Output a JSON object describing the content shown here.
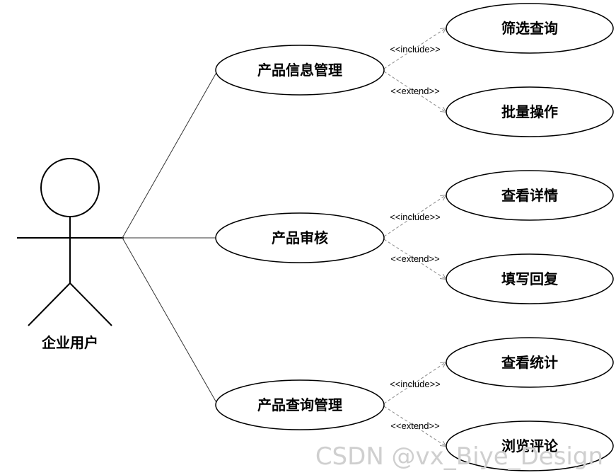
{
  "actor": {
    "label": "企业用户"
  },
  "use_cases": {
    "product_info": "产品信息管理",
    "filter_query": "筛选查询",
    "batch_ops": "批量操作",
    "product_review": "产品审核",
    "view_details": "查看详情",
    "fill_reply": "填写回复",
    "product_query": "产品查询管理",
    "view_stats": "查看统计",
    "browse_comments": "浏览评论"
  },
  "relations": {
    "include": "<<include>>",
    "extend": "<<extend>>"
  },
  "watermark": "CSDN @vx_Biye_Design"
}
